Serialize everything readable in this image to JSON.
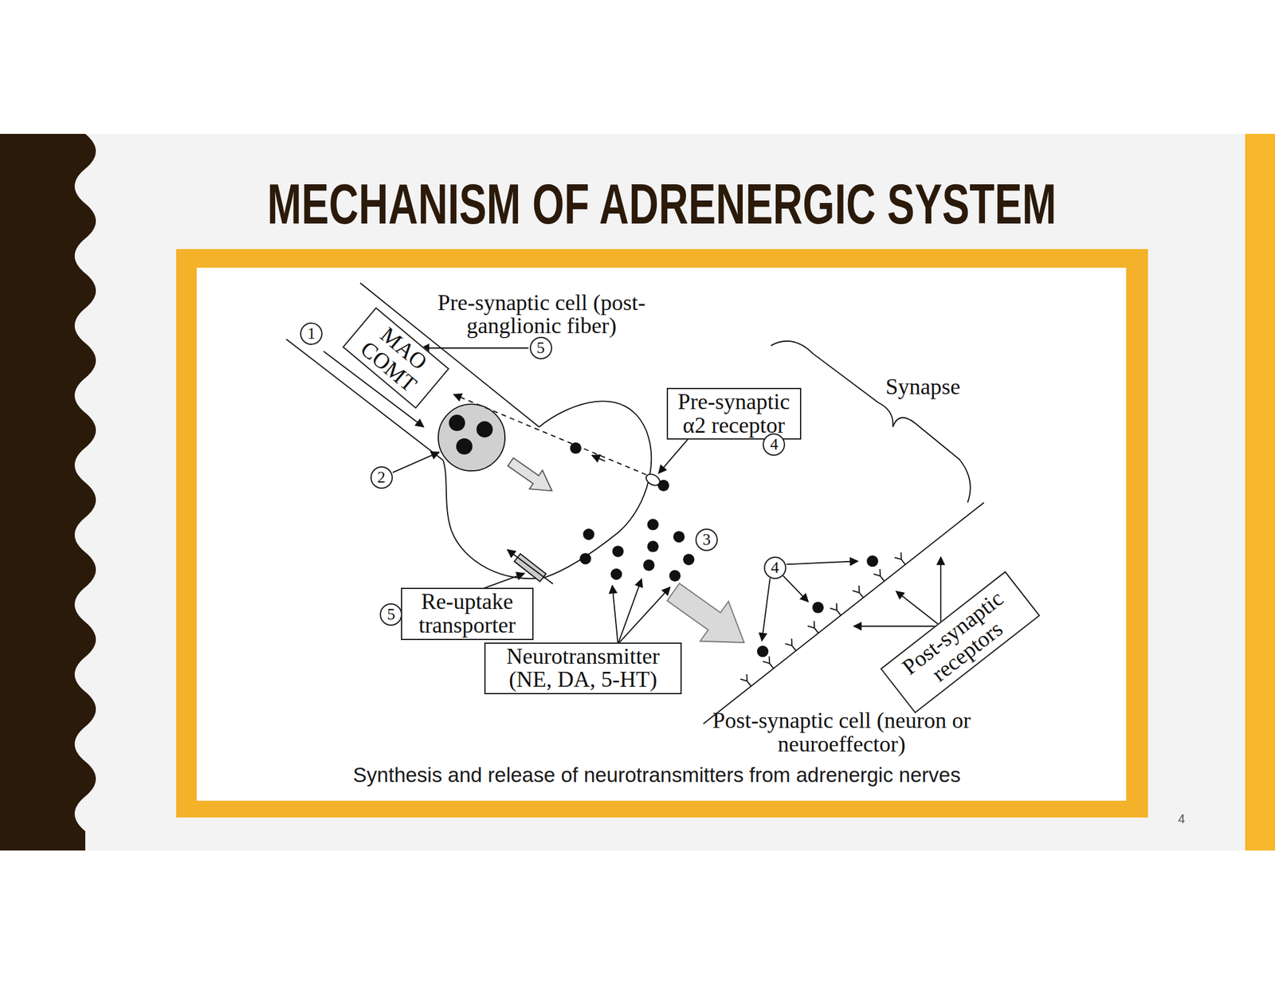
{
  "diagram": {
    "title": "MECHANISM OF ADRENERGIC SYSTEM",
    "caption": "Synthesis and release of neurotransmitters from adrenergic nerves",
    "nodes": [
      {
        "text": [
          "MAO COMT"
        ]
      },
      {
        "text": [
          "Pre-synaptic α2 receptor"
        ]
      },
      {
        "text": [
          "Re-uptake transporter"
        ]
      },
      {
        "text": [
          "Neurotransmitter (NE, DA, 5-HT)"
        ]
      },
      {
        "text": [
          "Post-synaptic receptors"
        ]
      }
    ],
    "labels": [
      "Pre-synaptic cell (post-ganglionic fiber)",
      "1",
      "5",
      "Synapse",
      "2",
      "4",
      "3",
      "4",
      "5",
      "Post-synaptic cell (neuron or neuroeffector)",
      "4"
    ]
  }
}
